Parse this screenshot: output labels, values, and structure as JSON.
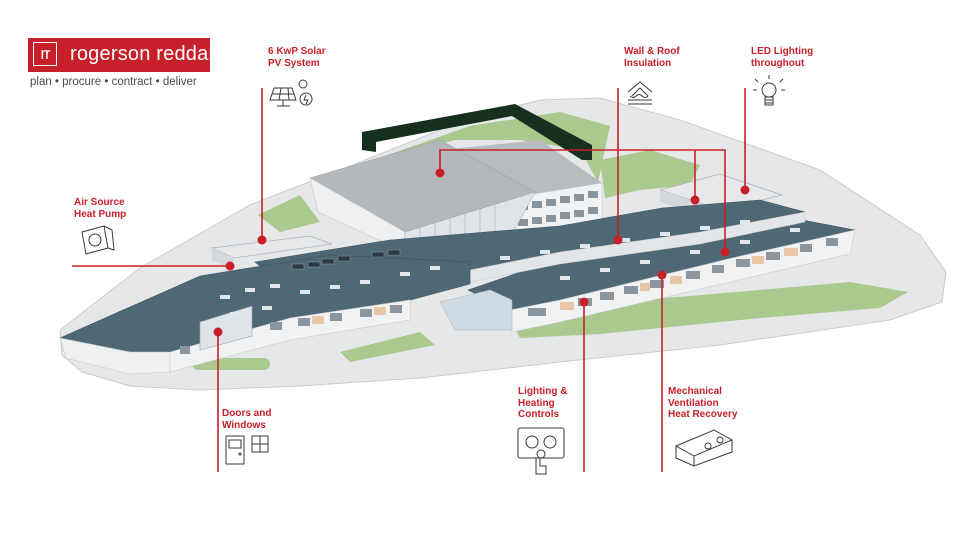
{
  "brand": {
    "monogram": "rr",
    "name": "rogerson reddan",
    "tagline": "plan • procure • contract • deliver",
    "color": "#c8202b"
  },
  "callouts": [
    {
      "id": "solar",
      "label": "6 KwP Solar\nPV System",
      "icon": "solar-panel-icon"
    },
    {
      "id": "insulation",
      "label": "Wall & Roof\nInsulation",
      "icon": "insulation-icon"
    },
    {
      "id": "led",
      "label": "LED Lighting\nthroughout",
      "icon": "light-bulb-icon"
    },
    {
      "id": "heatpump",
      "label": "Air Source\nHeat Pump",
      "icon": "heat-pump-icon"
    },
    {
      "id": "doors",
      "label": "Doors and\nWindows",
      "icon": "door-window-icon"
    },
    {
      "id": "controls",
      "label": "Lighting &\nHeating\nControls",
      "icon": "control-panel-icon"
    },
    {
      "id": "mvhr",
      "label": "Mechanical\nVentilation\nHeat Recovery",
      "icon": "ventilation-unit-icon"
    }
  ],
  "colors": {
    "accent": "#c8202b",
    "roof": "#4f6875",
    "grass": "#a9c98e",
    "ground": "#e6e7e8",
    "wall": "#f1f2f3",
    "hedge": "#16301f"
  }
}
